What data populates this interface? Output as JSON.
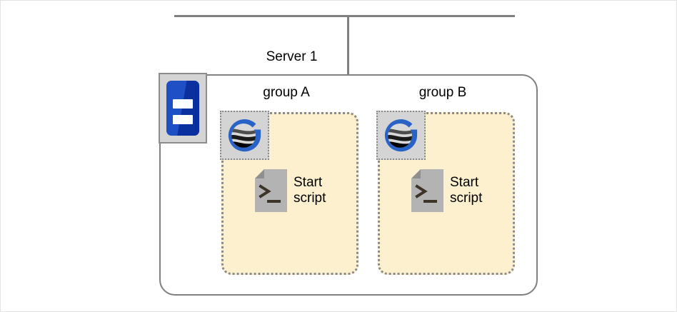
{
  "diagram": {
    "title": "Server 1",
    "network": {
      "bus_line_name": "network-bus-line",
      "drop_line_name": "server-drop-line"
    },
    "server": {
      "label": "Server 1",
      "icon_name": "server-icon",
      "icon_colors": {
        "body_light": "#1e4fc4",
        "body_dark": "#0a2f9e",
        "tile_background": "#d4d4d4",
        "tile_border": "#8c8c8c",
        "bar": "#ffffff"
      }
    },
    "groups": [
      {
        "label": "group A",
        "region_name": "group-region-a",
        "globe_icon_name": "globe-g-icon",
        "script": {
          "icon_name": "script-document-icon",
          "caption_line_1": "Start",
          "caption_line_2": "script",
          "prompt_glyph": ">",
          "cursor_glyph": "_"
        }
      },
      {
        "label": "group B",
        "region_name": "group-region-b",
        "globe_icon_name": "globe-g-icon",
        "script": {
          "icon_name": "script-document-icon",
          "caption_line_1": "Start",
          "caption_line_2": "script",
          "prompt_glyph": ">",
          "cursor_glyph": "_"
        }
      }
    ],
    "colors": {
      "region_fill": "#fdf0ce",
      "region_border": "#8a8a8a",
      "line": "#808080",
      "container_border": "#808080",
      "globe_blue": "#2a63c8",
      "document_gray": "#b3b3b3",
      "document_fold": "#8f8f8f",
      "text": "#000000",
      "background": "#ffffff"
    }
  }
}
